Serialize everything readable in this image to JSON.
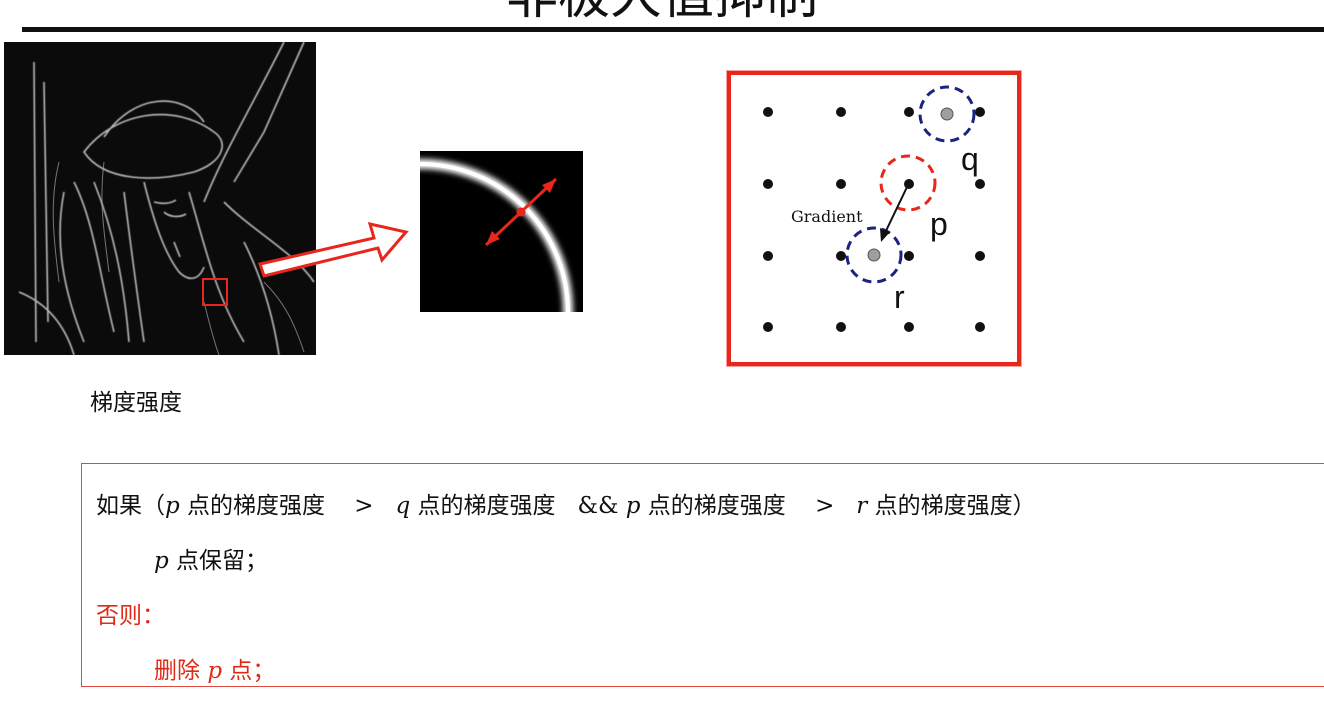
{
  "slide": {
    "title": "非极大值抑制",
    "caption": "梯度强度"
  },
  "diagram": {
    "label_q": "q",
    "label_p": "p",
    "label_r": "r",
    "gradient_label": "Gradient"
  },
  "pseudocode": {
    "if_kw": "如果（",
    "p1": "p",
    "t1": " 点的梯度强度 ",
    "gt1": ">",
    "q": "q",
    "t2": " 点的梯度强度 ",
    "and": "&&",
    "p2": "p",
    "t3": " 点的梯度强度 ",
    "gt2": ">",
    "r": "r",
    "t4": " 点的梯度强度）",
    "keep_p": "p",
    "keep_text": " 点保留；",
    "else_kw": "否则：",
    "delete_kw": "删除 ",
    "delete_p": "p",
    "delete_text": " 点；"
  },
  "colors": {
    "accent_red": "#e02a18",
    "dash_blue": "#1a237e",
    "dash_red": "#e8261c"
  }
}
